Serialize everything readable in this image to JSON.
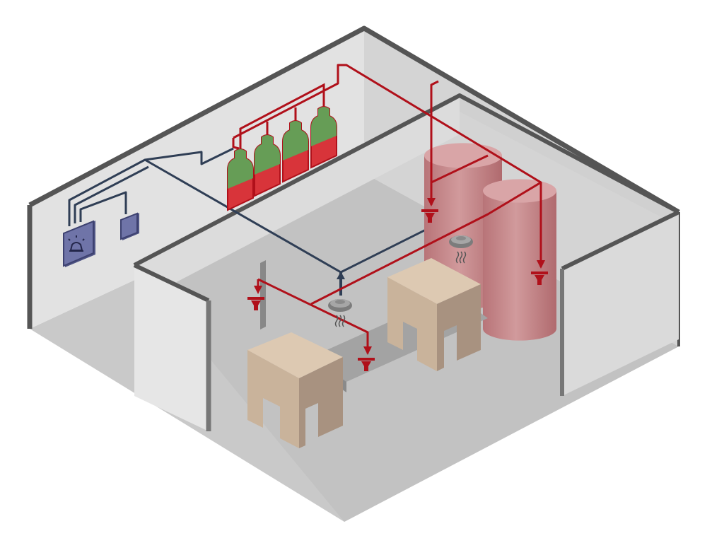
{
  "diagram": {
    "kind": "isometric-room-fire-suppression",
    "colors": {
      "background": "#ffffff",
      "floor": "#c9c9c9",
      "floor_shade": "#bdbdbd",
      "wall_light": "#e4e4e4",
      "wall_mid": "#d6d6d6",
      "wall_dark": "#c4c4c4",
      "wall_cap": "#5a5a5a",
      "pipe_red": "#b0101a",
      "cable_navy": "#2f3e55",
      "cylinder_red": "#d8343a",
      "cylinder_green": "#5aa85a",
      "tank": "#c98a8c",
      "tank_dark": "#b87478",
      "tank_top": "#d9a5a7",
      "bench": "#c9b39b",
      "bench_dark": "#a89280",
      "bench_top": "#ddc9b2",
      "belt": "#9a9a9a",
      "panel": "#6f74a8",
      "panel_dark": "#4e5383",
      "detector": "#8c8c8c"
    },
    "icons": {
      "control_panel": "alarm-beacon-icon",
      "detector": "smoke-detector-icon",
      "nozzle": "sprinkler-nozzle-icon",
      "cylinder": "gas-cylinder-icon"
    },
    "counts": {
      "gas_cylinders": 4,
      "storage_tanks": 2,
      "discharge_nozzles": 4,
      "smoke_detectors": 2
    }
  }
}
